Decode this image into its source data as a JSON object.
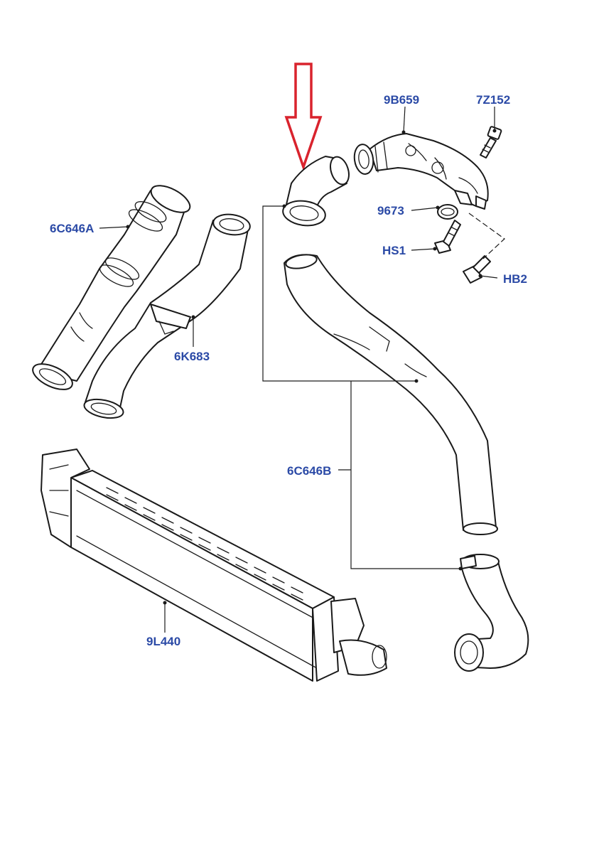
{
  "colors": {
    "label": "#2b4aa6",
    "highlight": "#ffff00",
    "arrow": "#d9232d",
    "line": "#1a1a1a"
  },
  "labels": {
    "hose_6c646a": "6C646A",
    "hose_6k683": "6K683",
    "hose_6c646b": "6C646B",
    "tube_9b659": "9B659",
    "bolt_7z152": "7Z152",
    "ring_9673": "9673",
    "screw_hs1": "HS1",
    "bolt_hb2": "HB2",
    "intercooler_9l440": "9L440"
  }
}
